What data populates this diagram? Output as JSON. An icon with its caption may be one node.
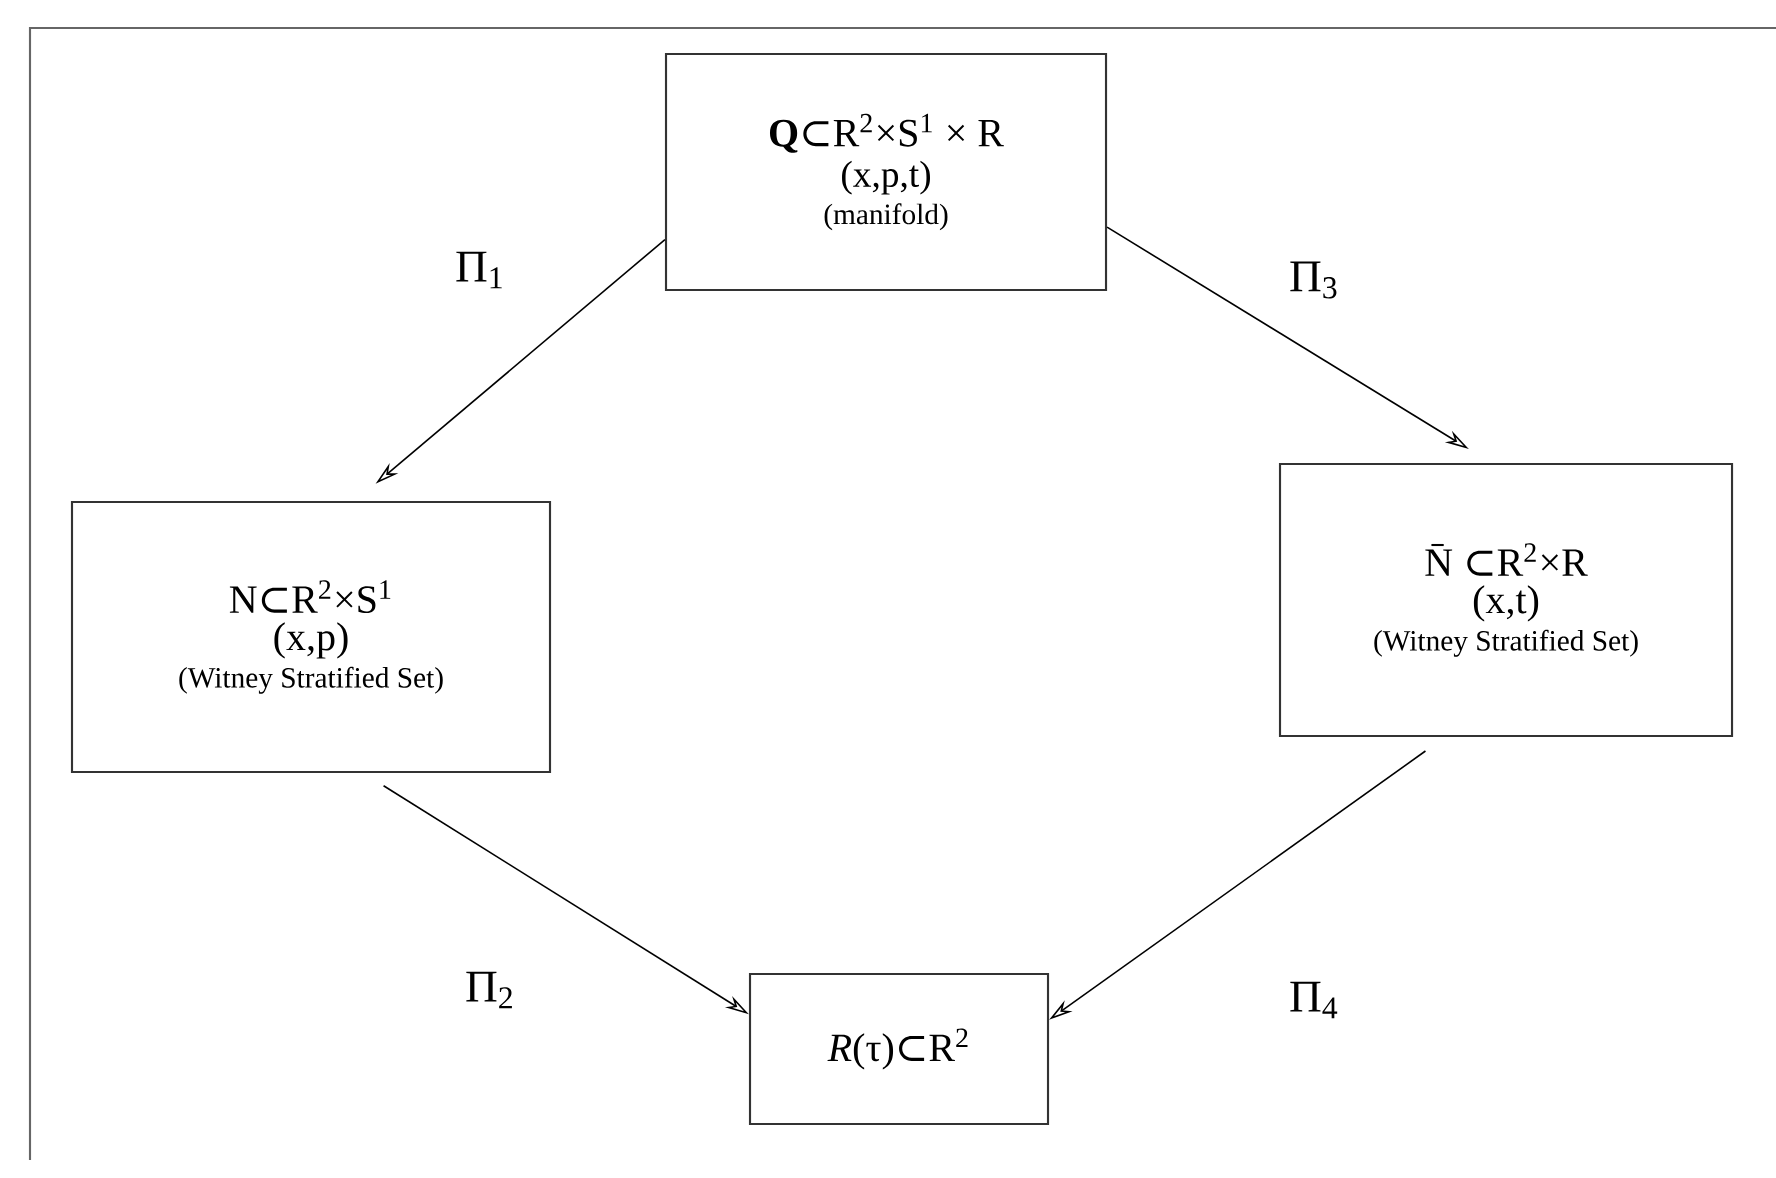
{
  "diagram": {
    "nodes": [
      {
        "text": [
          "**Q**⊂R$^{2}$×S$^{1}$ × R",
          "(x,p,t)",
          "(manifold)"
        ]
      },
      {
        "text": [
          "N⊂R$^{2}$×S$^{1}$",
          "(x,p)",
          "(Witney Stratified Set)"
        ]
      },
      {
        "text": [
          "N̄ ⊂R$^{2}$×R",
          "(x,t)",
          "(Witney Stratified Set)"
        ]
      },
      {
        "text": [
          "*R*(τ)⊂R$^{2}$"
        ]
      }
    ],
    "edges": [
      {
        "from": 0,
        "to": 1,
        "arrow": "to",
        "label": "Π$_{1}$"
      },
      {
        "from": 0,
        "to": 2,
        "arrow": "to",
        "label": "Π$_{3}$"
      },
      {
        "from": 1,
        "to": 3,
        "arrow": "to",
        "label": "Π$_{2}$"
      },
      {
        "from": 2,
        "to": 3,
        "arrow": "to",
        "label": "Π$_{4}$"
      }
    ]
  }
}
